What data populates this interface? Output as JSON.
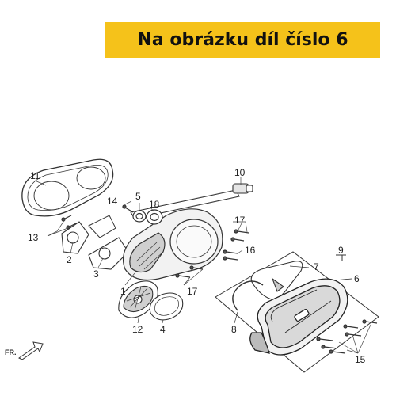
{
  "banner": {
    "text": "Na obrázku díl číslo 6",
    "background": "#F5C21A"
  },
  "diagram": {
    "direction_label": "FR.",
    "labels": {
      "p1": "1",
      "p2": "2",
      "p3": "3",
      "p4": "4",
      "p5": "5",
      "p6": "6",
      "p7": "7",
      "p8": "8",
      "p9": "9",
      "p10": "10",
      "p11": "11",
      "p12": "12",
      "p13": "13",
      "p14": "14",
      "p15": "15",
      "p16": "16",
      "p17a": "17",
      "p17b": "17",
      "p18": "18"
    }
  }
}
